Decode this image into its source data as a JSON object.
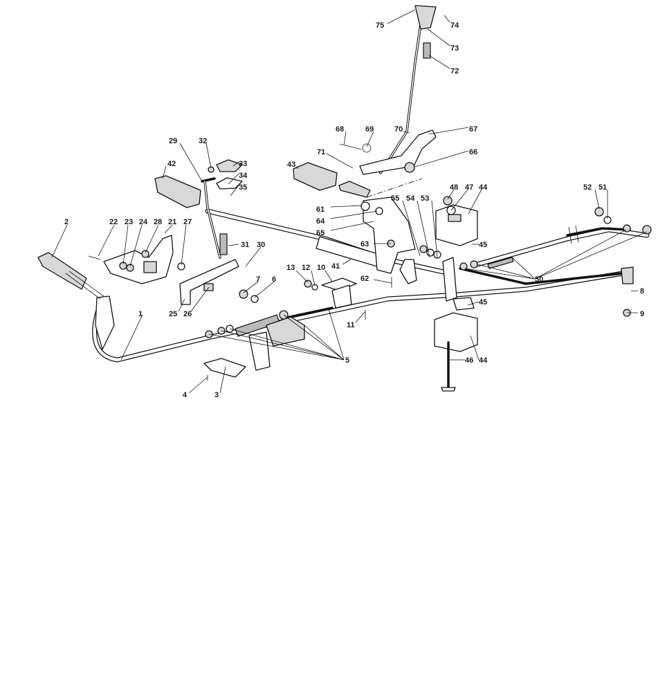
{
  "diagram": {
    "type": "exploded parts diagram",
    "part_labels": [
      "1",
      "2",
      "3",
      "4",
      "5",
      "6",
      "7",
      "8",
      "9",
      "10",
      "11",
      "12",
      "13",
      "21",
      "22",
      "23",
      "24",
      "25",
      "26",
      "27",
      "28",
      "29",
      "30",
      "31",
      "32",
      "33",
      "34",
      "35",
      "41",
      "42",
      "43",
      "44",
      "44",
      "45",
      "45",
      "46",
      "47",
      "48",
      "50",
      "51",
      "52",
      "53",
      "54",
      "55",
      "61",
      "62",
      "63",
      "64",
      "65",
      "66",
      "67",
      "68",
      "69",
      "70",
      "71",
      "72",
      "73",
      "74",
      "75"
    ]
  }
}
